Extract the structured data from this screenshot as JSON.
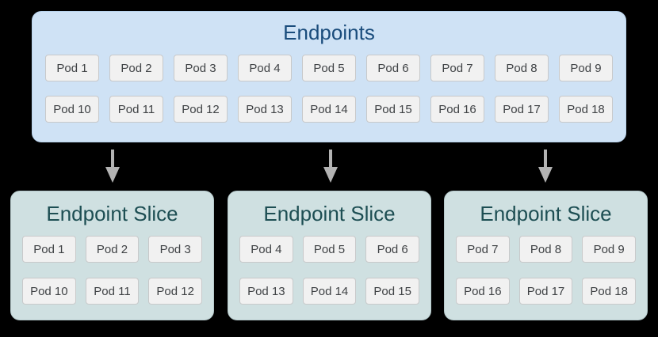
{
  "colors": {
    "background": "#000000",
    "endpoints_box_bg": "#cfe2f5",
    "endpoints_box_border": "#bad4ee",
    "endpoints_title_text": "#1a4c7c",
    "slice_box_bg": "#cfe0e1",
    "slice_box_border": "#b5c9cb",
    "slice_title_text": "#1d4e53",
    "pod_bg": "#f1f1f1",
    "pod_border": "#c8c9ca",
    "pod_text": "#3f4245",
    "arrow": "#b3b3b3"
  },
  "endpoints": {
    "title": "Endpoints",
    "rows": [
      [
        "Pod 1",
        "Pod 2",
        "Pod 3",
        "Pod 4",
        "Pod 5",
        "Pod 6",
        "Pod 7",
        "Pod 8",
        "Pod 9"
      ],
      [
        "Pod 10",
        "Pod 11",
        "Pod 12",
        "Pod 13",
        "Pod 14",
        "Pod 15",
        "Pod 16",
        "Pod 17",
        "Pod 18"
      ]
    ]
  },
  "arrows": {
    "count": 3,
    "direction": "down"
  },
  "slices": [
    {
      "title": "Endpoint Slice",
      "rows": [
        [
          "Pod 1",
          "Pod 2",
          "Pod 3"
        ],
        [
          "Pod 10",
          "Pod 11",
          "Pod 12"
        ]
      ]
    },
    {
      "title": "Endpoint Slice",
      "rows": [
        [
          "Pod 4",
          "Pod 5",
          "Pod 6"
        ],
        [
          "Pod 13",
          "Pod 14",
          "Pod 15"
        ]
      ]
    },
    {
      "title": "Endpoint Slice",
      "rows": [
        [
          "Pod 7",
          "Pod 8",
          "Pod 9"
        ],
        [
          "Pod 16",
          "Pod 17",
          "Pod 18"
        ]
      ]
    }
  ]
}
